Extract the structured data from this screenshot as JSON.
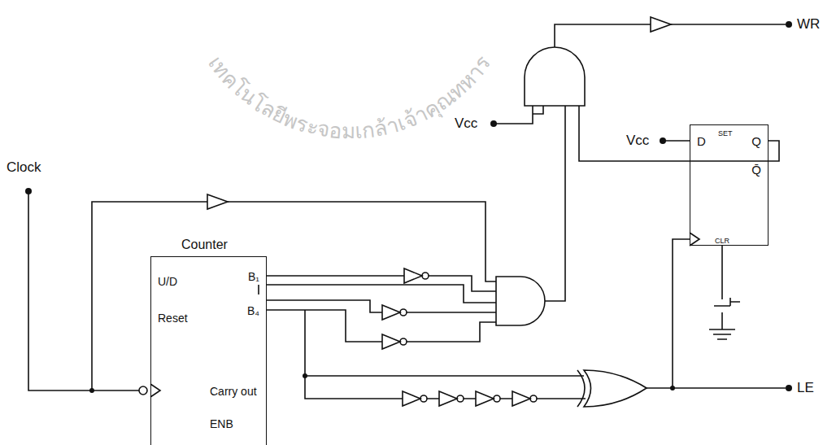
{
  "diagram": {
    "nodes": [
      {
        "text": [
          "Counter",
          "U/D",
          "Reset",
          "B₁",
          "B₄",
          "Carry out",
          "ENB"
        ]
      },
      {
        "text": [
          "D",
          "Q",
          "SET",
          "CLR",
          "Q̄"
        ]
      }
    ],
    "labels": [
      "Clock",
      "Vcc",
      "Vcc",
      "WR",
      "LE",
      "เทคโนโลยีพระจอมเกล้าเจ้าคุณทหาร"
    ]
  }
}
